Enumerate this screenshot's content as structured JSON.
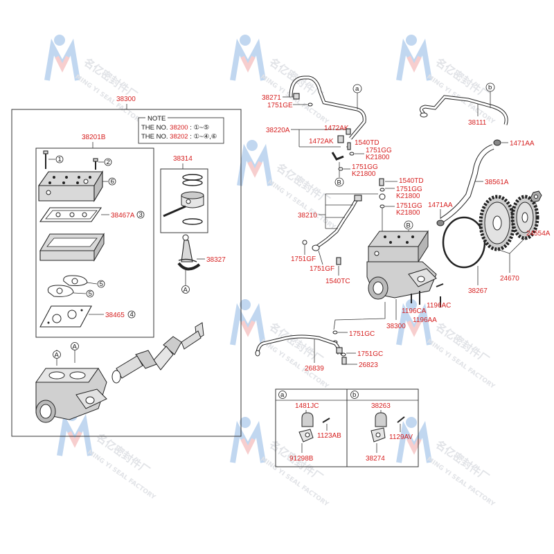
{
  "watermark": {
    "logo_letters": "M",
    "cn": "名亿密封件厂",
    "en": "MING YI SEAL FACTORY",
    "reg": "®"
  },
  "colors": {
    "label": "#d62020",
    "line": "#333333",
    "watermark": "#c9ccd3"
  },
  "note": {
    "title": "NOTE",
    "line1_prefix": "THE NO. ",
    "line1_part": "38200",
    "line1_rest": " : ①~⑤",
    "line2_prefix": "THE NO. ",
    "line2_part": "38202",
    "line2_rest": " : ①~④,⑥"
  },
  "left_group": {
    "main": "38300",
    "head": "38201B",
    "piston": "38314",
    "rod": "38327",
    "gasket_a": "38467A",
    "gasket_b": "38465",
    "circled": [
      "1",
      "2",
      "6",
      "3",
      "5",
      "5",
      "4"
    ],
    "callout_a": "A"
  },
  "right_labels": {
    "p38271": "38271",
    "p1751GE": "1751GE",
    "p38220A": "38220A",
    "p1472AK_1": "1472AK",
    "p1472AK_2": "1472AK",
    "p1540TD_1": "1540TD",
    "p1751GG_1": "1751GG",
    "pK21800_1": "K21800",
    "p1751GG_2": "1751GG",
    "pK21800_2": "K21800",
    "p1540TD_2": "1540TD",
    "p1751GG_3": "1751GG",
    "pK21800_3": "K21800",
    "p1751GG_4": "1751GG",
    "pK21800_4": "K21800",
    "p38210": "38210",
    "p1751GF_1": "1751GF",
    "p1751GF_2": "1751GF",
    "p1540TC": "1540TC",
    "p38300": "38300",
    "p1196CA": "1196CA",
    "p1196AA": "1196AA",
    "p1196AC": "1196AC",
    "p38111": "38111",
    "p1471AA_1": "1471AA",
    "p38561A": "38561A",
    "p1471AA_2": "1471AA",
    "p24554A": "24554A",
    "p24670": "24670",
    "p38267": "38267",
    "p1751GC_1": "1751GC",
    "p1751GC_2": "1751GC",
    "p26839": "26839",
    "p26823": "26823"
  },
  "callouts": {
    "a": "a",
    "b": "b",
    "B": "B"
  },
  "detail_a": {
    "key": "a",
    "p1481JC": "1481JC",
    "p1123AB": "1123AB",
    "p91298B": "91298B"
  },
  "detail_b": {
    "key": "b",
    "p38263": "38263",
    "p1129AV": "1129AV",
    "p38274": "38274"
  }
}
